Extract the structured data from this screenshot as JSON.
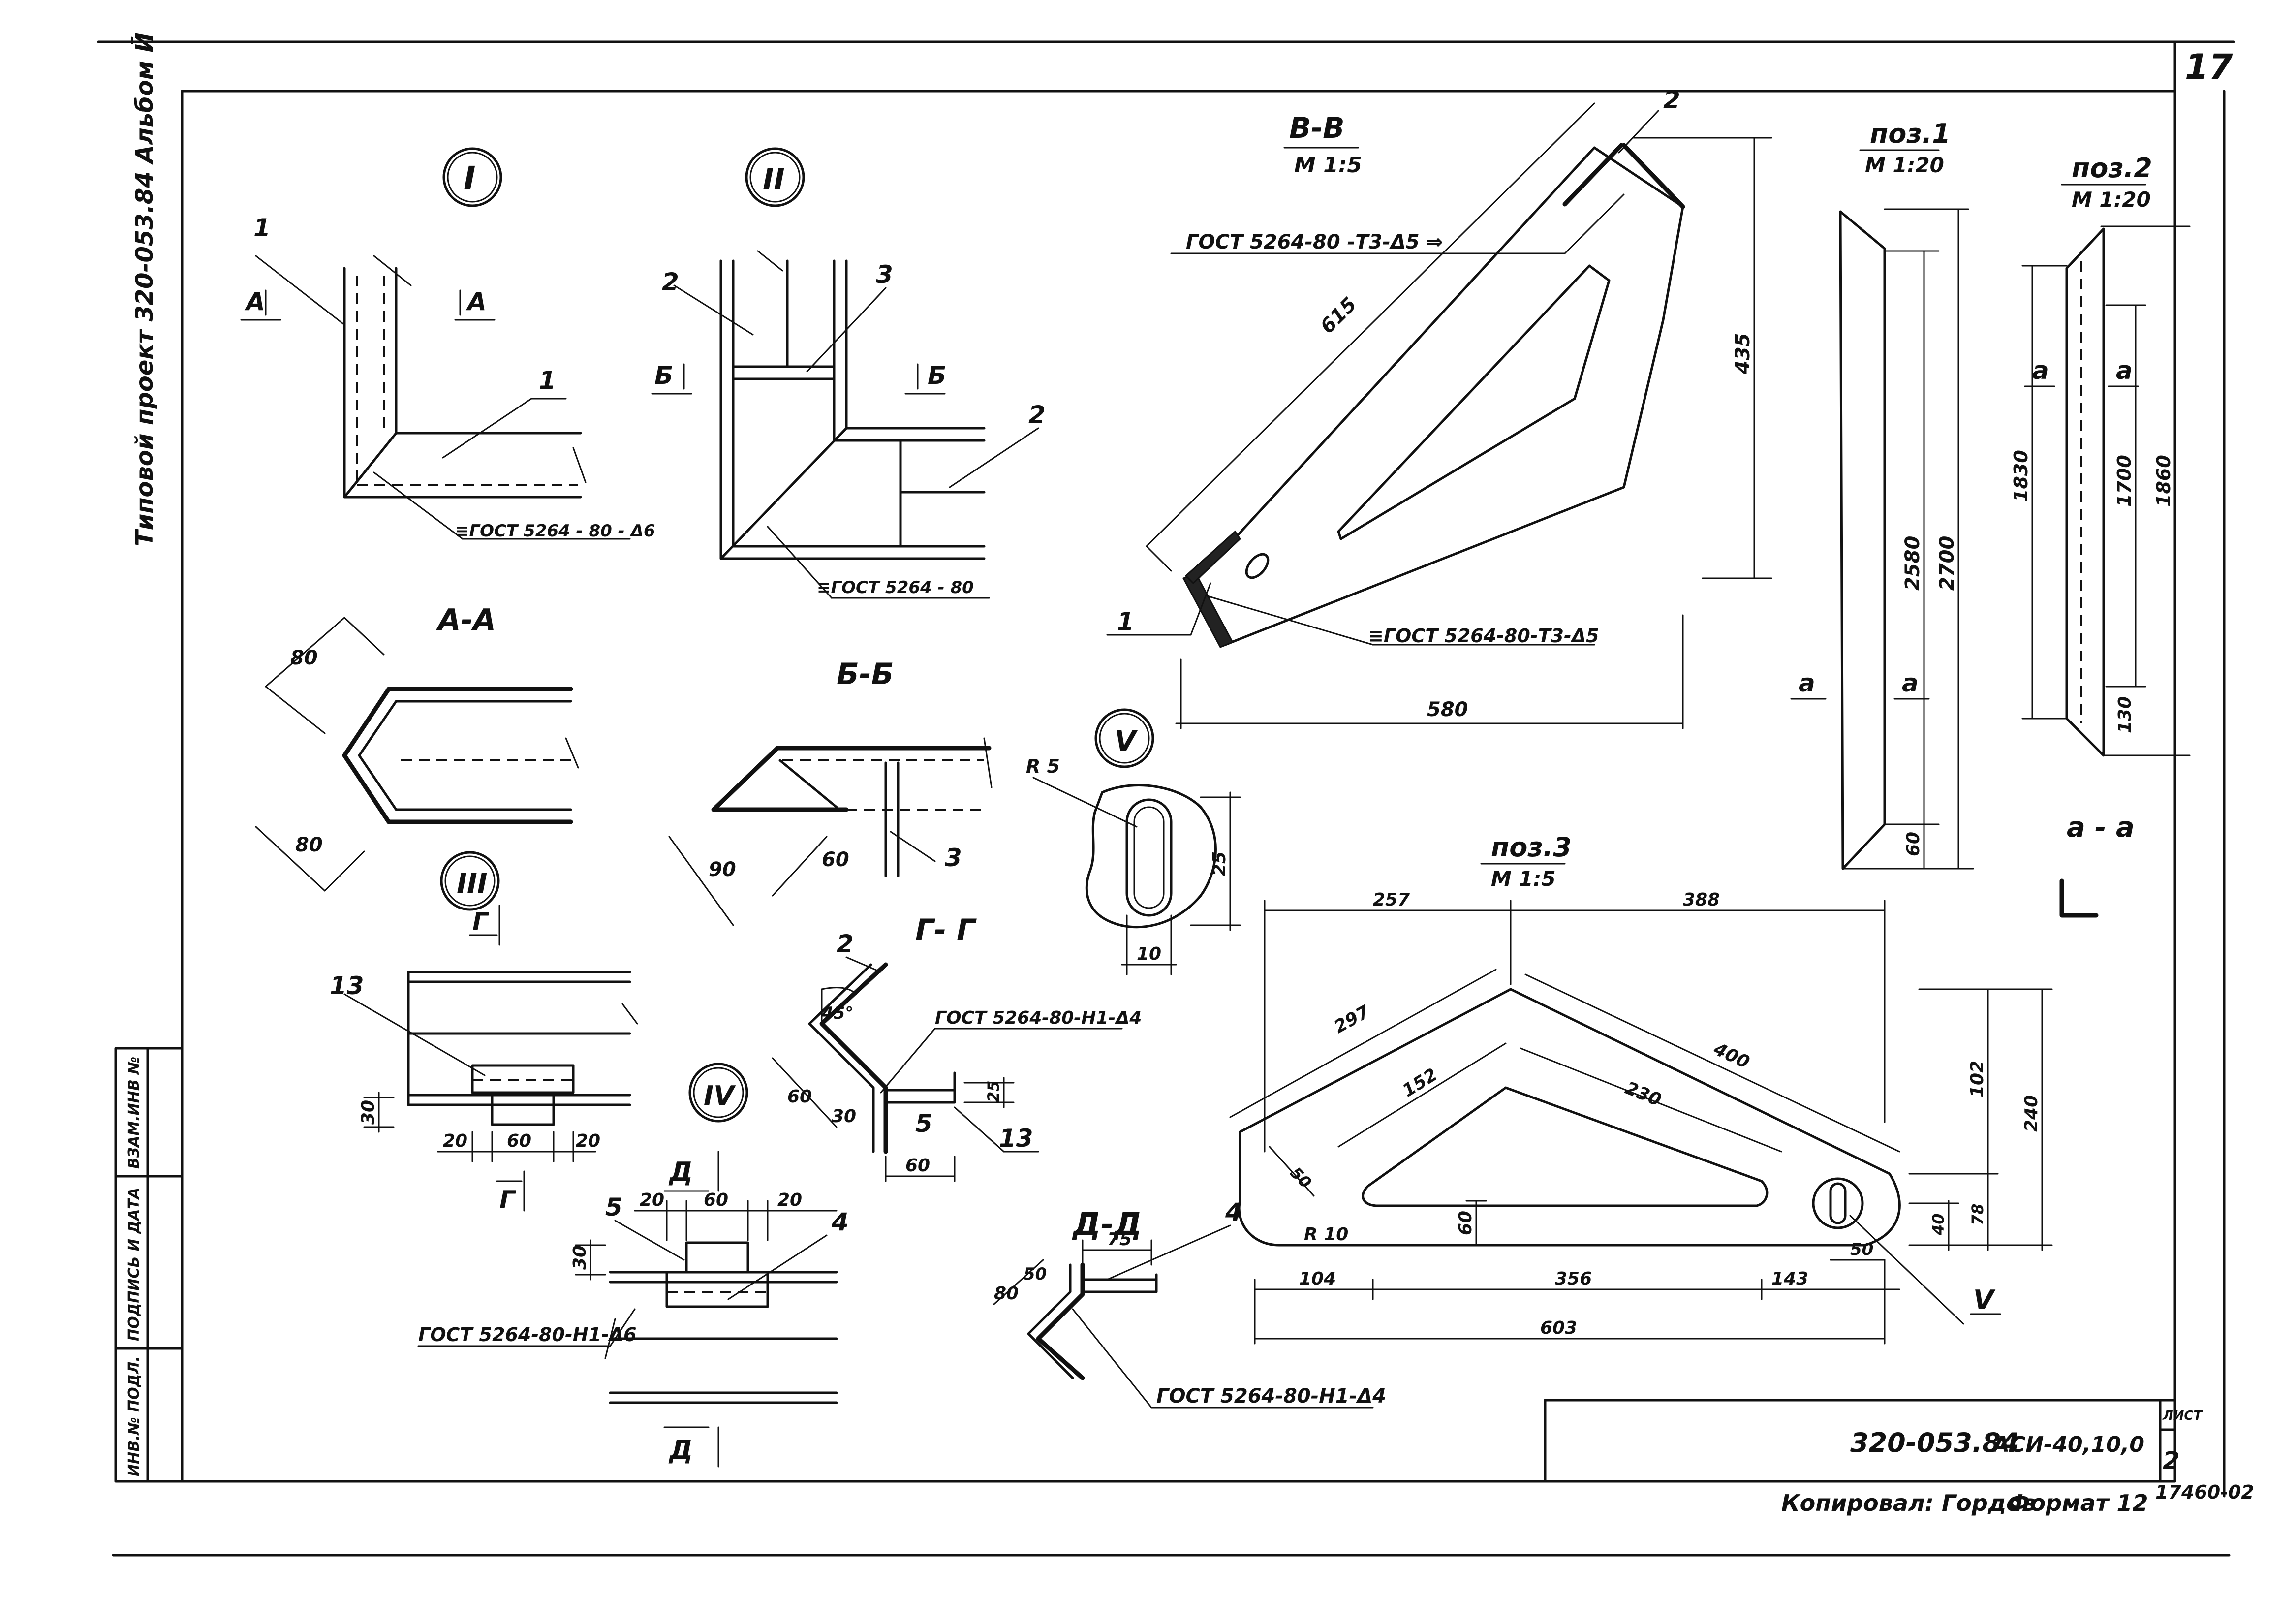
{
  "sheet": {
    "page_number": "17",
    "album_title": "Типовой проект 320-053.84 Альбом Ӣ",
    "doc_code": "320-053.84",
    "mark": "АСИ-40,10,0",
    "list_label": "ЛИСТ",
    "list_no": "2",
    "copied_by": "Копировал: Гордов",
    "format": "Формат 12",
    "inv": "17460-02",
    "side_stamp": [
      "ВЗАМ.ИНВ №",
      "ПОДПИСЬ И ДАТА",
      "ИНВ.№ ПОДЛ."
    ]
  },
  "views": {
    "node_I": {
      "mark": "I",
      "pos1": "1",
      "pos2": "1",
      "cut": "А",
      "weld": "≡ГОСТ 5264 - 80 - Δ6"
    },
    "node_II": {
      "mark": "II",
      "pos1": "2",
      "pos2": "3",
      "pos3": "2",
      "cut": "Б",
      "weld": "≡ГОСТ 5264 - 80"
    },
    "section_AA": {
      "title": "А-А",
      "d1": "80",
      "d2": "80"
    },
    "section_BB": {
      "title": "Б-Б",
      "d1": "90",
      "d2": "60",
      "pos": "3"
    },
    "section_VV": {
      "title": "В-В",
      "scale": "М 1:5",
      "pos_top": "2",
      "pos_bottom": "1",
      "weld_top": "ГОСТ 5264-80 -Т3-Δ5 ⇒",
      "weld_bottom": "≡ГОСТ 5264-80-Т3-Δ5",
      "d_len": "615",
      "d_h": "435",
      "d_w": "580"
    },
    "node_III": {
      "mark": "III",
      "cut": "Г",
      "pos": "13",
      "d_h": "30",
      "d_a": "20",
      "d_b": "60",
      "d_c": "20"
    },
    "node_IV": {
      "mark": "IV",
      "cut": "Д",
      "pos_a": "5",
      "pos_b": "4",
      "d_h": "30",
      "d_a": "20",
      "d_b": "60",
      "d_c": "20",
      "weld": "ГОСТ 5264-80-Н1-Δ6"
    },
    "section_GG": {
      "title": "Г- Г",
      "pos_a": "2",
      "pos_b": "5",
      "pos_c": "13",
      "angle": "45°",
      "d1": "60",
      "d2": "30",
      "d3": "25",
      "d4": "60",
      "weld": "ГОСТ 5264-80-Н1-Δ4"
    },
    "section_DD": {
      "title": "Д-Д",
      "pos": "4",
      "d1": "75",
      "d2": "80",
      "d3": "50",
      "weld": "ГОСТ 5264-80-Н1-Δ4"
    },
    "node_V": {
      "mark": "V",
      "radius": "R 5",
      "d_h": "25",
      "d_w": "10"
    },
    "pos1": {
      "title": "поз.1",
      "scale": "М 1:20",
      "cut": "а",
      "d1": "2580",
      "d2": "2700",
      "d3": "60"
    },
    "pos2": {
      "title": "поз.2",
      "scale": "М 1:20",
      "cut": "а",
      "d1": "1830",
      "d2": "1700",
      "d3": "1860",
      "d4": "130",
      "section": "а - а"
    },
    "pos3": {
      "title": "поз.3",
      "scale": "М 1:5",
      "d_top1": "257",
      "d_top2": "388",
      "d_297": "297",
      "d_400": "400",
      "d_152": "152",
      "d_230": "230",
      "d_60": "60",
      "d_50": "50",
      "r": "R 10",
      "d_b1": "104",
      "d_b2": "356",
      "d_b3": "143",
      "d_b4": "50",
      "d_total": "603",
      "d_r1": "102",
      "d_r2": "240",
      "d_r3": "40",
      "d_r4": "78",
      "node": "V"
    }
  }
}
